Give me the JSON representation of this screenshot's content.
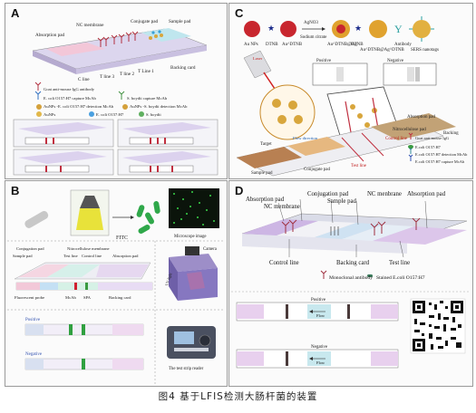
{
  "caption": "图4  基于LFIS检测大肠杆菌的装置",
  "panelA": {
    "letter": "A",
    "top_labels": [
      "NC membrane",
      "Conjugate pad",
      "Sample pad",
      "Absorption pad"
    ],
    "lines": [
      "C line",
      "T line 3",
      "T line 2",
      "T Line 1",
      "Backing card"
    ],
    "legend": [
      "Goat anti-mouse IgG antibody",
      "E. coli O157:H7 capture McAb",
      "S. boydii capture McAb",
      "AuNPs -E. coli O157:H7 detection McAb",
      "AuNPs -S. boydii detection McAb",
      "AuNPs",
      "E. coli O157:H7",
      "S. boydii"
    ]
  },
  "panelB": {
    "letter": "B",
    "fitc": "FITC",
    "microscope": "Microscope image",
    "strip_labels": [
      "Conjugation pad",
      "Nitrocellulose membrane",
      "Sample pad",
      "Test line",
      "Control line",
      "Absorption pad"
    ],
    "bottom_labels": [
      "Fluorescent probe",
      "McAb",
      "SPA",
      "Backing card"
    ],
    "camera": "Camera",
    "uv": "UV light",
    "positive": "Positive",
    "negative": "Negative",
    "reader": "The test strip reader"
  },
  "panelC": {
    "letter": "C",
    "reagents": [
      "Au NPs",
      "DTNB",
      "Au^DTNB",
      "AgNO3",
      "Sodium citrate",
      "Au^DTNB@Ag",
      "DTNB",
      "Au^DTNB@Ag^DTNB",
      "Antibody",
      "SERS nanotags"
    ],
    "positive": "Positive",
    "negative": "Negative",
    "laser": "Laser",
    "labels": [
      "Flow direction",
      "Target",
      "Sample pad",
      "Conjugate pad",
      "Test line",
      "Control line",
      "Nitrocellulose pad",
      "Absorption pad",
      "Backing"
    ],
    "legend": [
      "Goat anti-mouse IgG",
      "E.coli O157:H7",
      "E.coli O157:H7 detection McAb",
      "E.coli O157:H7 capture McAb"
    ]
  },
  "panelD": {
    "letter": "D",
    "top_labels": [
      "Absorption pad",
      "NC membrane",
      "Conjugation pad",
      "Sample pad",
      "NC menbrane",
      "Absorption pad"
    ],
    "bottom_labels": [
      "Control line",
      "Backing card",
      "Test line"
    ],
    "legend": [
      "Monoclonal antibody",
      "Stained E.coli O157:H7"
    ],
    "positive": "Positive",
    "negative": "Negative",
    "flow": "Flow"
  },
  "colors": {
    "pink": "#e8a9c6",
    "lavender": "#c9b6e0",
    "cyan": "#7fd3e0",
    "gold": "#d8b24a",
    "red": "#b4232a",
    "green": "#3fa24a"
  }
}
